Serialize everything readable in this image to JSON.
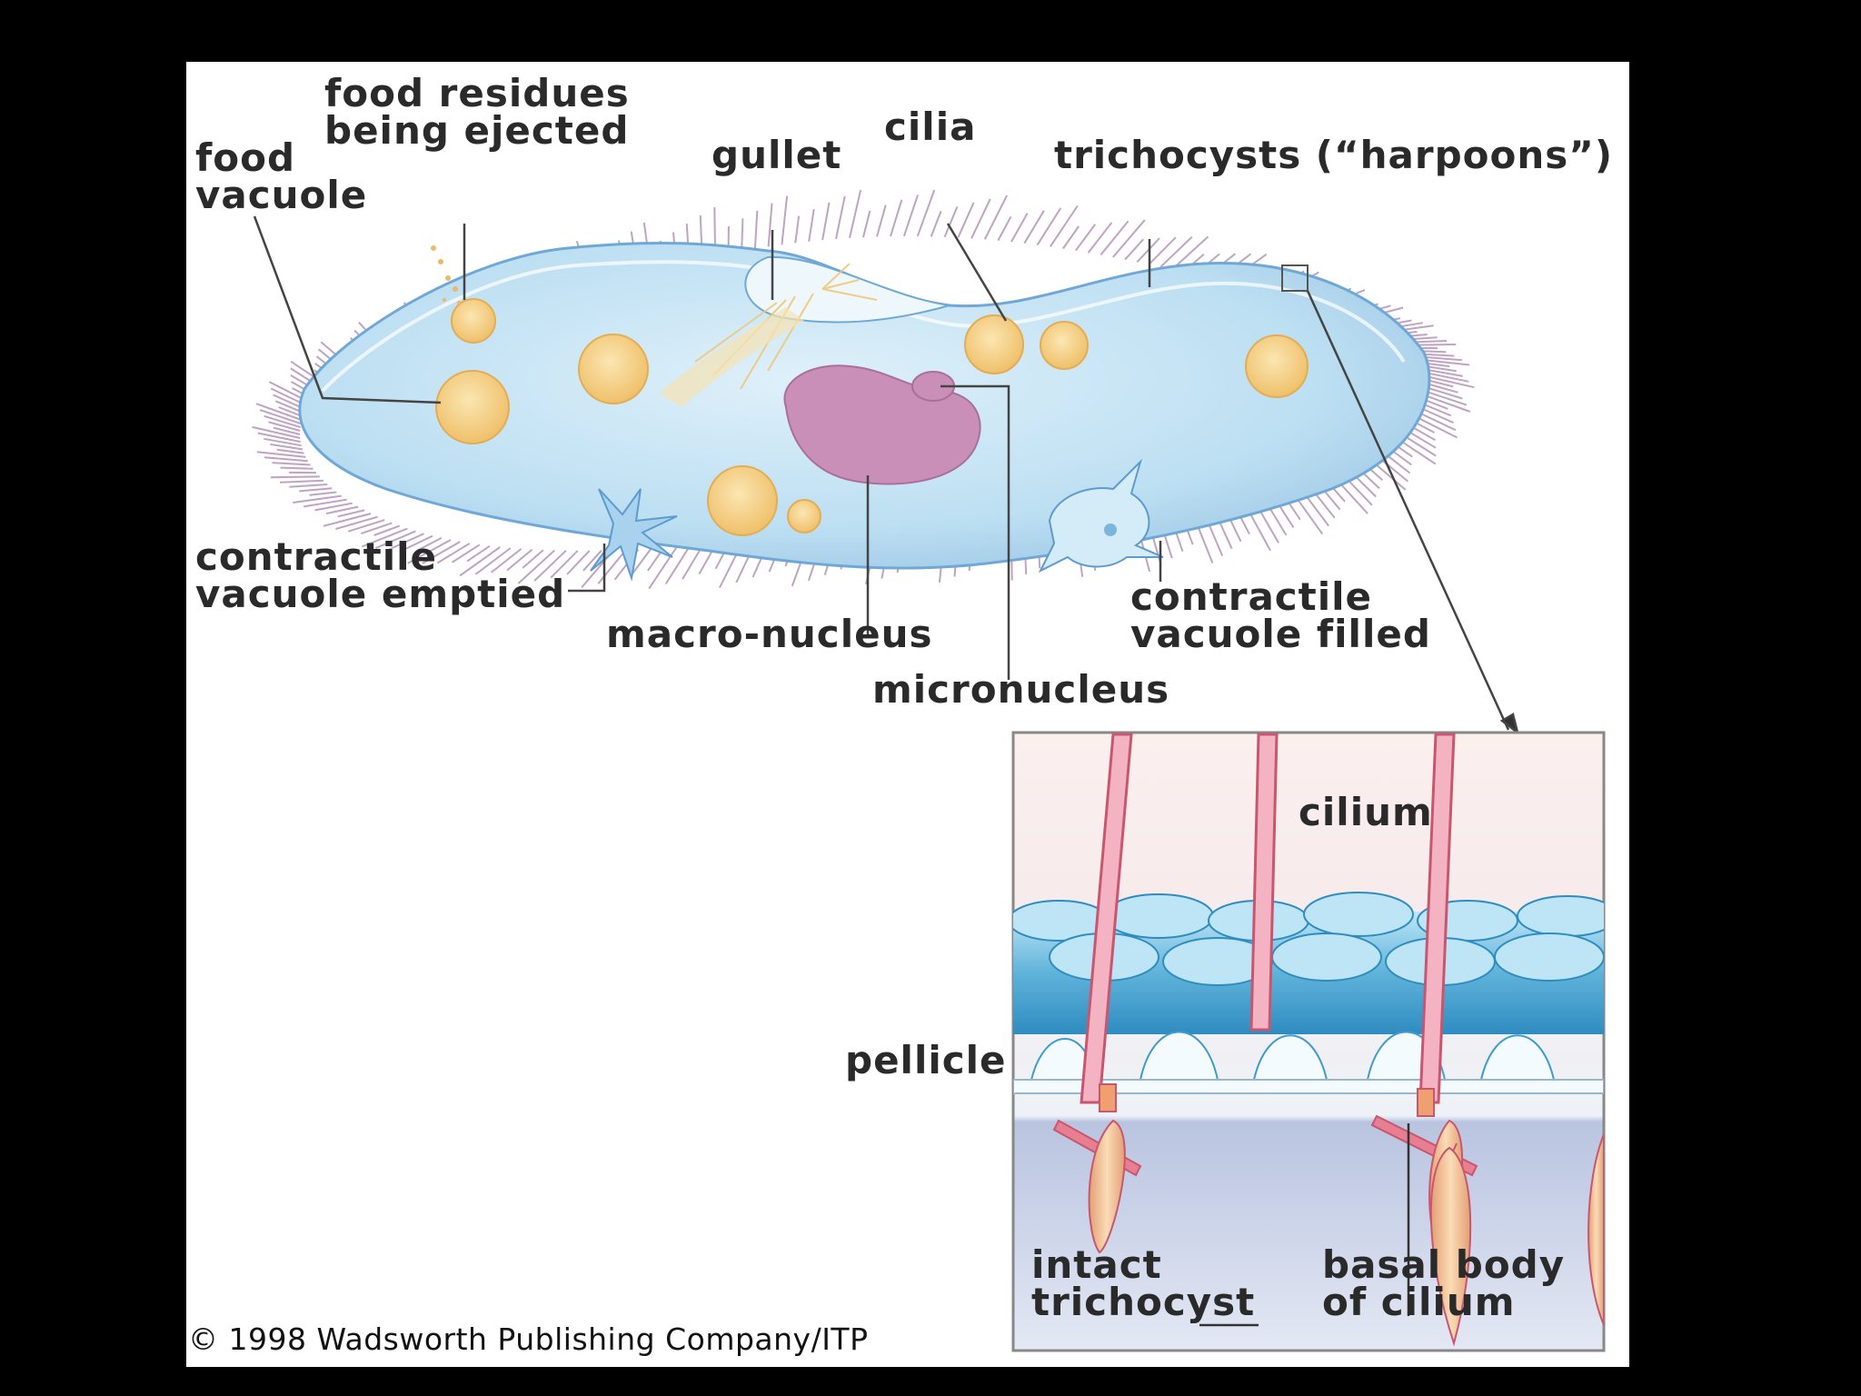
{
  "labels": {
    "food_residues": [
      "food residues",
      "being ejected"
    ],
    "food_vacuole": [
      "food",
      "vacuole"
    ],
    "gullet": "gullet",
    "cilia": "cilia",
    "trichocysts": "trichocysts (“harpoons”)",
    "contractile_emptied": [
      "contractile",
      "vacuole emptied"
    ],
    "macro_nucleus": "macro-nucleus",
    "micronucleus": "micronucleus",
    "contractile_filled": [
      "contractile",
      "vacuole filled"
    ],
    "cilium": "cilium",
    "pellicle": "pellicle",
    "intact_trichocyst": [
      "intact",
      "trichocyst"
    ],
    "basal_body": [
      "basal body",
      "of cilium"
    ]
  },
  "copyright": "© 1998 Wadsworth Publishing Company/ITP",
  "colors": {
    "background": "#000000",
    "panel": "#ffffff",
    "cell_body": "#bfe0f3",
    "cilia": "#b493b8",
    "food_vacuole": "#f7d58a",
    "macronucleus": "#c98fb8",
    "pellicle": "#3f9bc9",
    "cilium_shaft": "#e98da2",
    "trichocyst": "#f3c493"
  }
}
